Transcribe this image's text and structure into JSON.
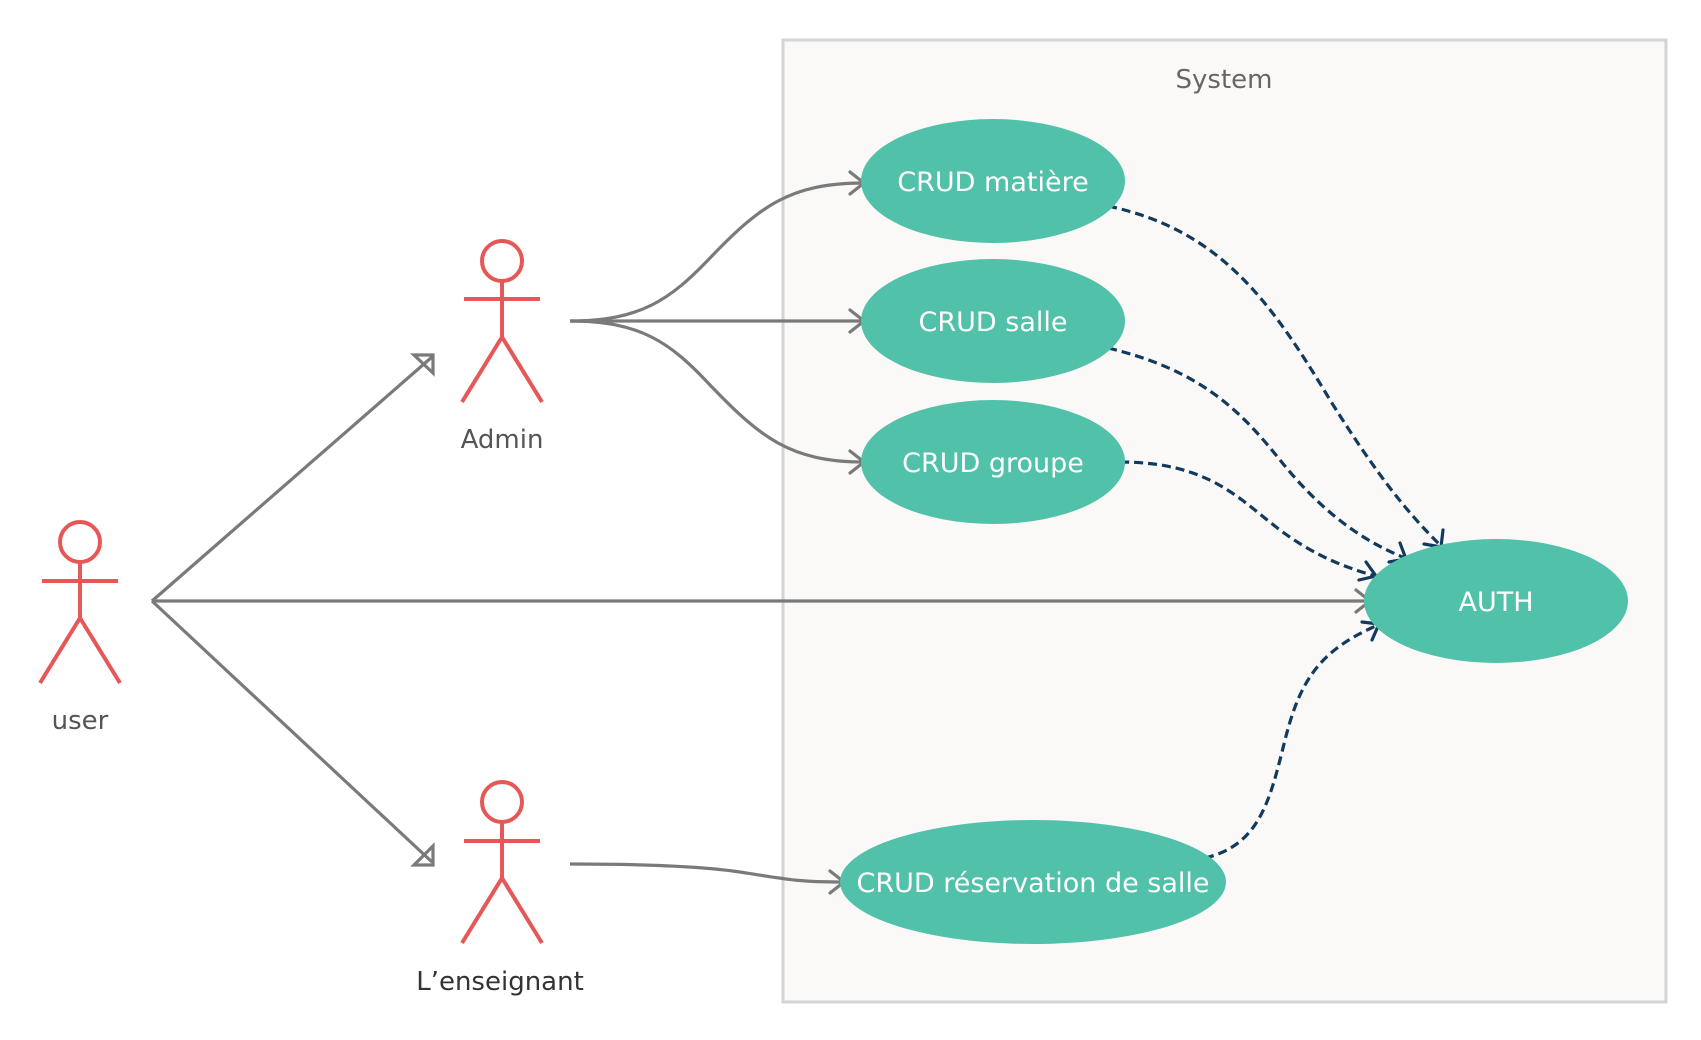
{
  "system": {
    "title": "System"
  },
  "actors": {
    "user": "user",
    "admin": "Admin",
    "teacher": "L’enseignant"
  },
  "use_cases": {
    "matiere": "CRUD matière",
    "salle": "CRUD salle",
    "groupe": "CRUD groupe",
    "auth": "AUTH",
    "reservation": "CRUD réservation de salle"
  },
  "colors": {
    "actor": "#e65757",
    "use_case": "#52c1aa",
    "association": "#7a7a7a",
    "include": "#123a5c",
    "system_fill": "#faf9f8",
    "system_border": "#d4d4d4"
  }
}
